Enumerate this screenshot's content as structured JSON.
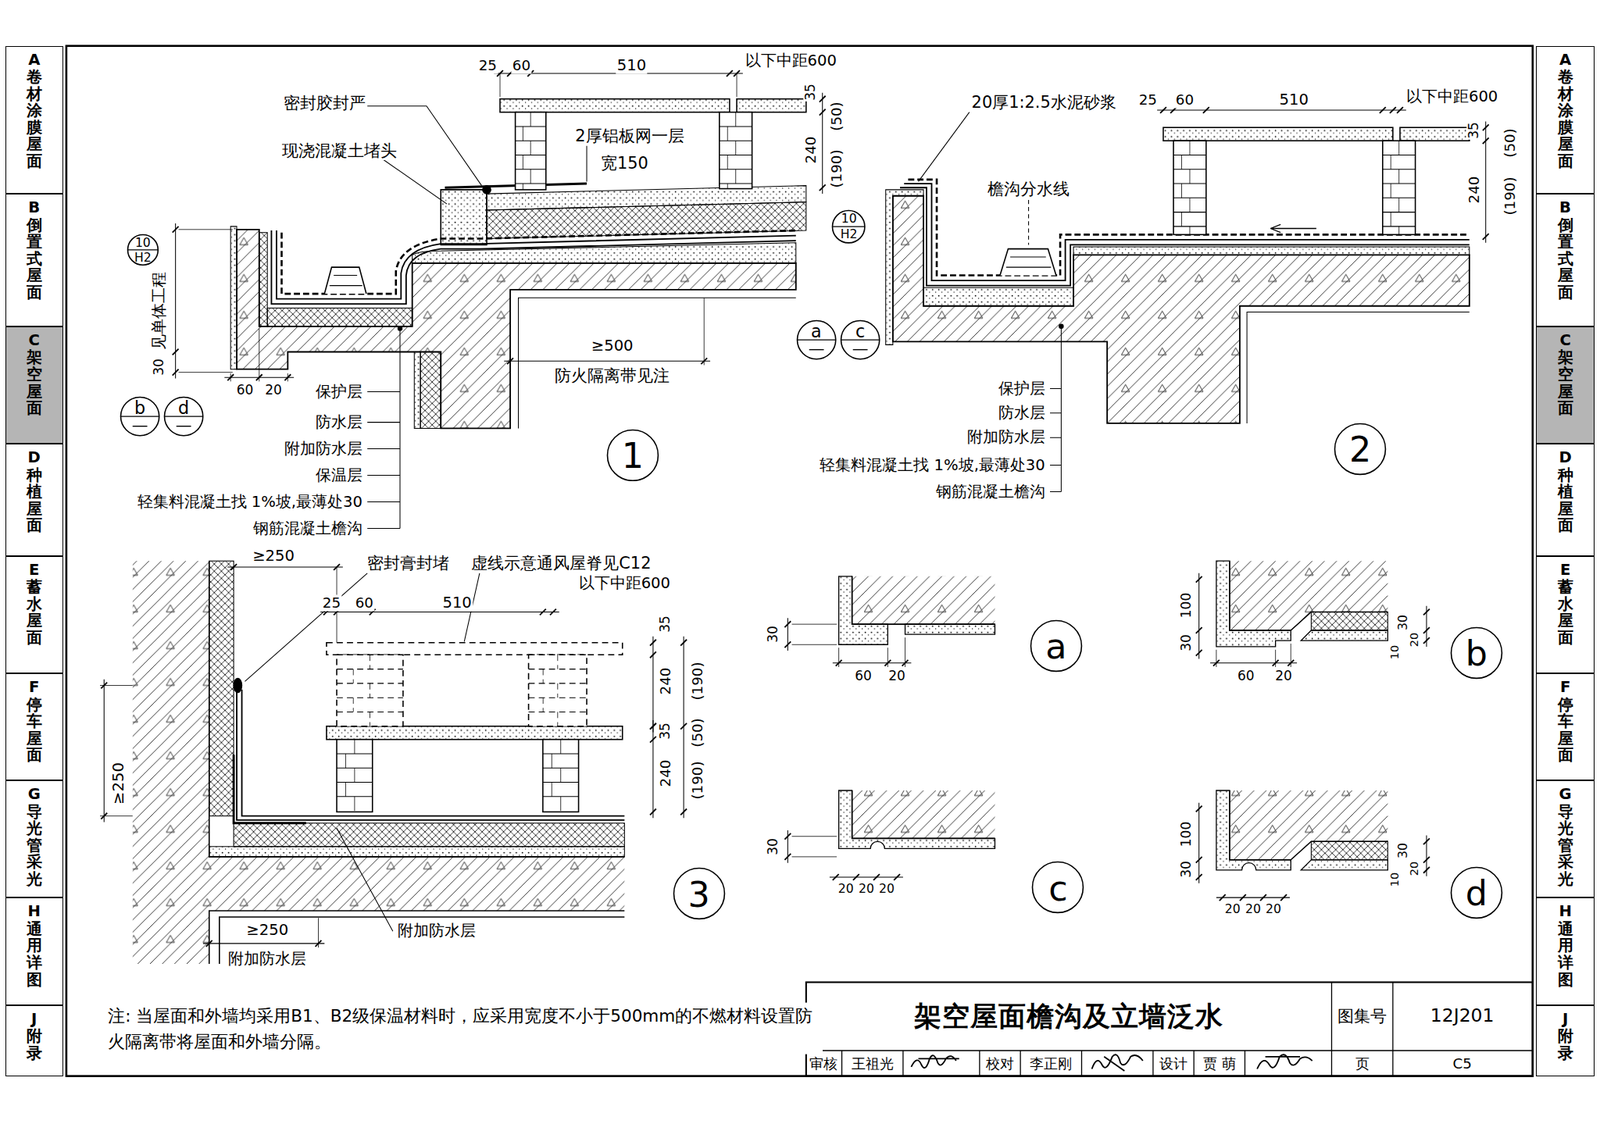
{
  "diagram": {
    "title": "架空屋面檐沟及立墙泛水",
    "nodes": [
      {
        "text": [
          "A",
          "卷材涂膜屋面"
        ]
      },
      {
        "text": [
          "B",
          "倒置式屋面"
        ]
      },
      {
        "text": [
          "C",
          "架空屋面"
        ]
      },
      {
        "text": [
          "D",
          "种植屋面"
        ]
      },
      {
        "text": [
          "E",
          "蓄水屋面"
        ]
      },
      {
        "text": [
          "F",
          "停车屋面"
        ]
      },
      {
        "text": [
          "G",
          "导光管采光"
        ]
      },
      {
        "text": [
          "H",
          "通用详图"
        ]
      },
      {
        "text": [
          "J",
          "附录"
        ]
      },
      {
        "text": [
          "A",
          "卷材涂膜屋面"
        ]
      },
      {
        "text": [
          "B",
          "倒置式屋面"
        ]
      },
      {
        "text": [
          "C",
          "架空屋面"
        ]
      },
      {
        "text": [
          "D",
          "种植屋面"
        ]
      },
      {
        "text": [
          "E",
          "蓄水屋面"
        ]
      },
      {
        "text": [
          "F",
          "停车屋面"
        ]
      },
      {
        "text": [
          "G",
          "导光管采光"
        ]
      },
      {
        "text": [
          "H",
          "通用详图"
        ]
      },
      {
        "text": [
          "J",
          "附录"
        ]
      },
      {
        "text": [
          "10",
          "H2"
        ]
      },
      {
        "text": [
          "b"
        ]
      },
      {
        "text": [
          "d"
        ]
      },
      {
        "text": [
          "1"
        ]
      },
      {
        "text": [
          "10",
          "H2"
        ]
      },
      {
        "text": [
          "a"
        ]
      },
      {
        "text": [
          "c"
        ]
      },
      {
        "text": [
          "2"
        ]
      },
      {
        "text": [
          "3"
        ]
      },
      {
        "text": [
          "a"
        ]
      },
      {
        "text": [
          "b"
        ]
      },
      {
        "text": [
          "c"
        ]
      },
      {
        "text": [
          "d"
        ]
      }
    ],
    "labels": [
      "25",
      "60",
      "510",
      "以下中距600",
      "35",
      "240",
      "(50)",
      "(190)",
      "密封胶封严",
      "现浇混凝土堵头",
      "2厚铝板网一层",
      "宽150",
      "见单体工程",
      "30",
      "60",
      "20",
      "≥500",
      "防火隔离带见注",
      "保护层",
      "防水层",
      "附加防水层",
      "保温层",
      "轻集料混凝土找 1%坡,最薄处30",
      "钢筋混凝土檐沟",
      "20厚1:2.5水泥砂浆",
      "25",
      "60",
      "510",
      "以下中距600",
      "35",
      "240",
      "(50)",
      "(190)",
      "檐沟分水线",
      "保护层",
      "防水层",
      "附加防水层",
      "轻集料混凝土找 1%坡,最薄处30",
      "钢筋混凝土檐沟",
      "≥250",
      "密封膏封堵",
      "虚线示意通风屋脊见C12",
      "25",
      "60",
      "510",
      "以下中距600",
      "35",
      "240",
      "(190)",
      "35",
      "240",
      "(50)",
      "(190)",
      "≥250",
      "≥250",
      "附加防水层",
      "附加防水层",
      "30",
      "60",
      "20",
      "100",
      "30",
      "30",
      "10",
      "20",
      "60",
      "20",
      "30",
      "20",
      "20",
      "20",
      "100",
      "30",
      "30",
      "10",
      "20",
      "20",
      "20",
      "20",
      "注: 当屋面和外墙均采用B1、B2级保温材料时，应采用宽度不小于500mm的不燃材料设置防火隔离带将屋面和外墙分隔。",
      "图集号",
      "12J201",
      "审核",
      "王祖光",
      "校对",
      "李正刚",
      "设计",
      "贾 萌",
      "页",
      "C5"
    ]
  }
}
